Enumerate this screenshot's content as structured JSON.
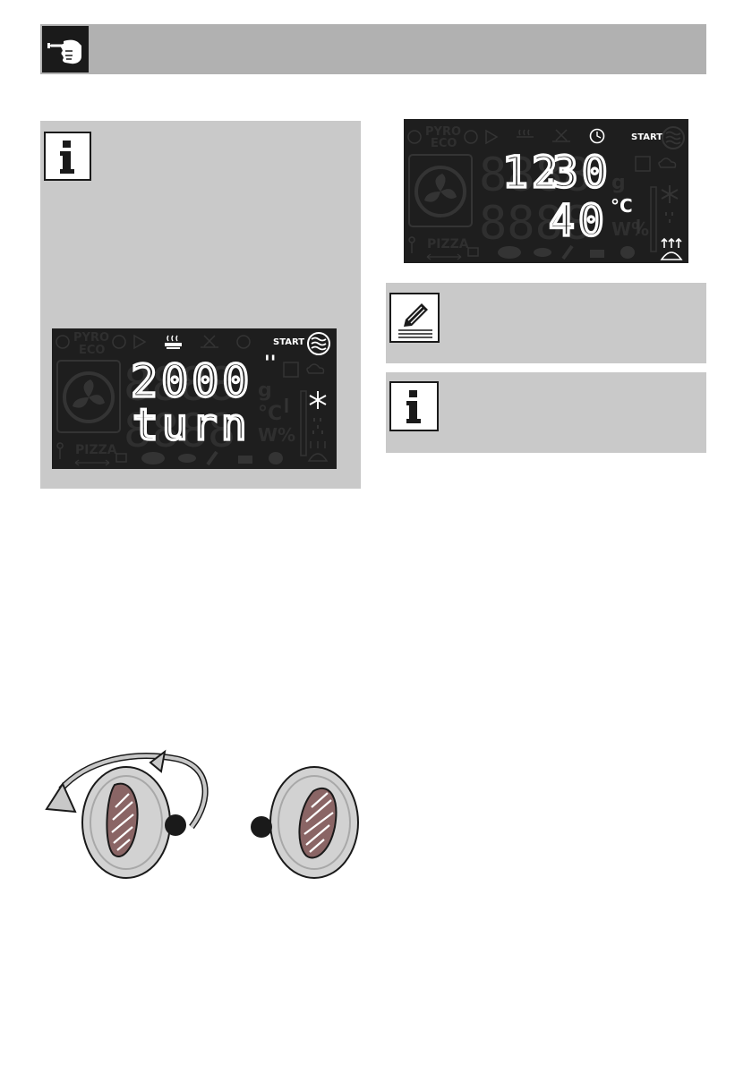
{
  "display_start": {
    "brand_upper": "PYRO",
    "brand_lower": "ECO",
    "start_label": "START",
    "main_digits": "2000",
    "minute_mark": "''",
    "secondary_text": "turn",
    "unit_gram": "g",
    "unit_celsius": "°C",
    "unit_power": "W%",
    "pizza_label": "PIZZA"
  },
  "display_clock": {
    "brand_upper": "PYRO",
    "brand_lower": "ECO",
    "start_label": "START",
    "time_hours": "12",
    "time_colon": ":",
    "time_minutes": "30",
    "temperature_value": "40",
    "temperature_unit": "°C",
    "unit_gram": "g",
    "unit_power": "W%",
    "pizza_label": "PIZZA"
  },
  "colors": {
    "panel_grey": "#c9c9c9",
    "header_grey": "#b1b1b1",
    "display_bg": "#1e1e1e",
    "lit_segment": "#ffffff",
    "unlit_segment": "#2f2f2f",
    "knob_body": "#d2d2d2",
    "knob_insert": "#8a6565"
  }
}
